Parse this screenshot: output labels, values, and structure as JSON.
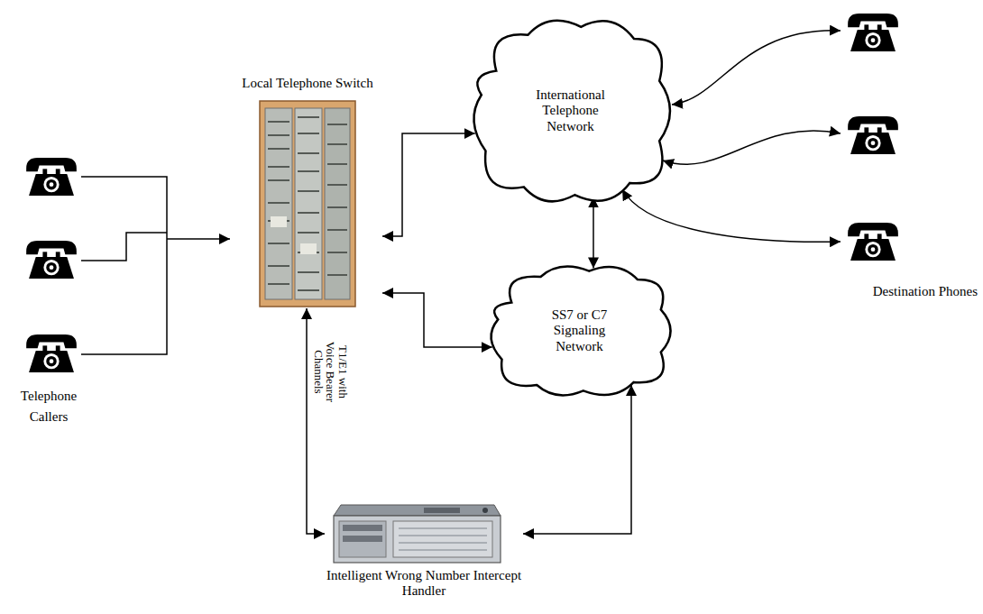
{
  "diagram": {
    "nodes": [
      {
        "text": [
          "Local Telephone Switch"
        ]
      },
      {
        "text": [
          "International Telephone Network"
        ]
      },
      {
        "text": [
          "SS7 or C7 Signaling Network"
        ]
      },
      {
        "text": [
          "Intelligent Wrong Number Intercept Handler"
        ]
      }
    ],
    "edges": [
      {
        "from": 0,
        "to": 1,
        "arrow": "both"
      },
      {
        "from": 0,
        "to": 2,
        "arrow": "both"
      },
      {
        "from": 1,
        "to": 2,
        "arrow": "both"
      },
      {
        "from": 0,
        "to": 3,
        "arrow": "both",
        "label": "T1/E1 with Voice Bearer Channels"
      },
      {
        "from": 2,
        "to": 3,
        "arrow": "both"
      }
    ],
    "labels": [
      "Telephone Callers",
      "Destination Phones"
    ]
  }
}
